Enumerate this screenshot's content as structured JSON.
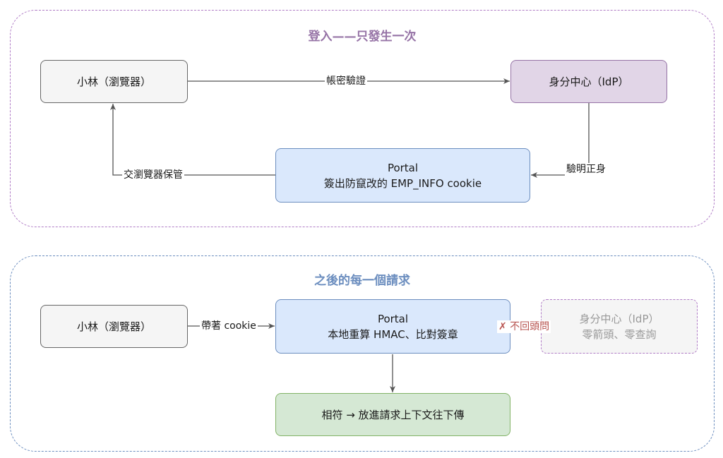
{
  "section_login": {
    "title": "登入——只發生一次",
    "node_browser": "小林（瀏覽器）",
    "node_idp": "身分中心（IdP）",
    "node_portal_line1": "Portal",
    "node_portal_line2": "簽出防竄改的 EMP_INFO cookie",
    "edge_credentials": "帳密驗證",
    "edge_verified": "驗明正身",
    "edge_store": "交瀏覽器保管"
  },
  "section_requests": {
    "title": "之後的每一個請求",
    "node_browser": "小林（瀏覽器）",
    "node_portal_line1": "Portal",
    "node_portal_line2": "本地重算 HMAC、比對簽章",
    "node_idp_line1": "身分中心（IdP）",
    "node_idp_line2": "零箭頭、零查詢",
    "node_pass": "相符 → 放進請求上下文往下傳",
    "edge_cookie": "帶著 cookie",
    "edge_no_return": "✗ 不回頭問"
  },
  "colors": {
    "login_border": "#b07cc6",
    "request_border": "#6c8ebf",
    "arrow": "#555555",
    "warning_text": "#b85450"
  }
}
